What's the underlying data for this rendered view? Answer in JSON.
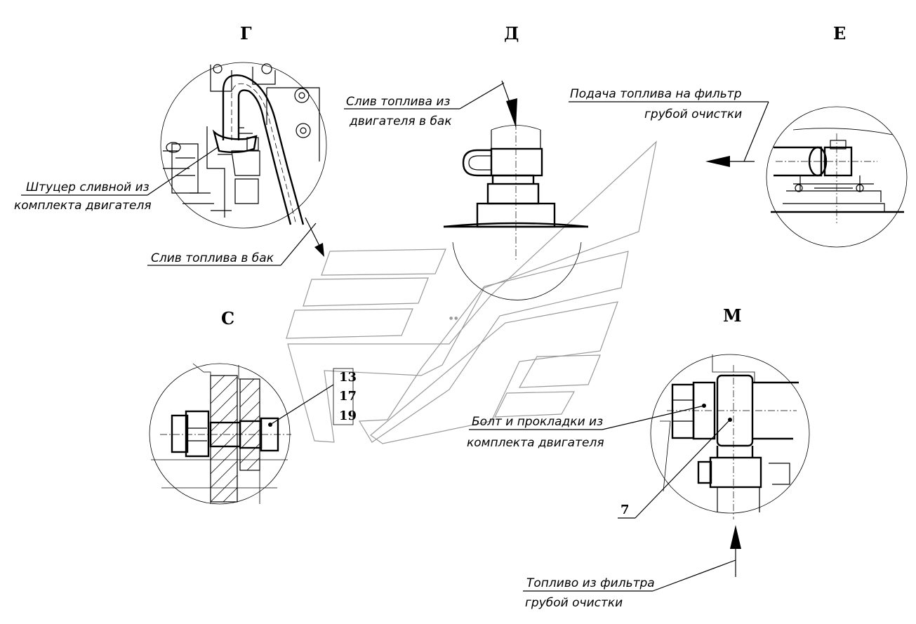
{
  "views": {
    "g": "Г",
    "d": "Д",
    "e": "Е",
    "c": "С",
    "m": "М"
  },
  "callouts": {
    "shtucer_line1": "Штуцер сливной из",
    "shtucer_line2": "комплекта двигателя",
    "sliv_bak": "Слив топлива в бак",
    "sliv_engine_line1": "Слив топлива из",
    "sliv_engine_line2": "двигателя в бак",
    "podacha_line1": "Подача топлива на фильтр",
    "podacha_line2": "грубой очистки",
    "bolt_line1": "Болт и прокладки из",
    "bolt_line2": "комплекта двигателя",
    "toplivo_line1": "Топливо из фильтра",
    "toplivo_line2": "грубой очистки"
  },
  "positions": {
    "p13": "13",
    "p17": "17",
    "p19": "19",
    "p7": "7"
  }
}
